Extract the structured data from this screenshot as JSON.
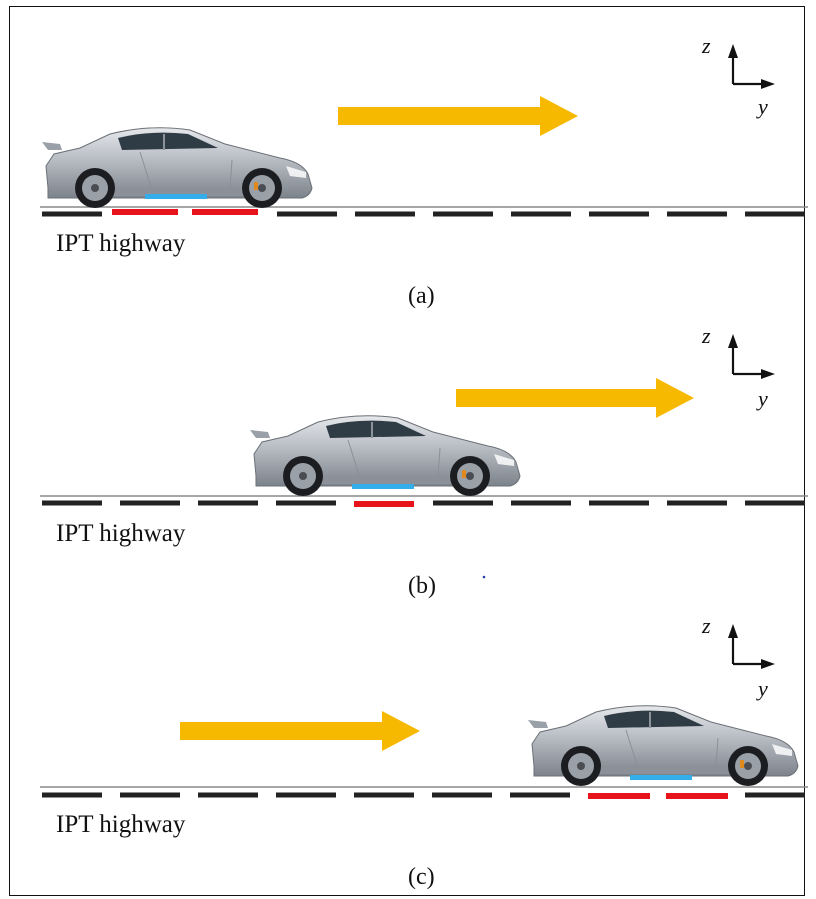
{
  "panels": [
    {
      "id": "a",
      "highway_label": "IPT highway",
      "caption": "(a)",
      "axis": {
        "z": "z",
        "y": "y"
      }
    },
    {
      "id": "b",
      "highway_label": "IPT highway",
      "caption": "(b)",
      "axis": {
        "z": "z",
        "y": "y"
      }
    },
    {
      "id": "c",
      "highway_label": "IPT highway",
      "caption": "(c)",
      "axis": {
        "z": "z",
        "y": "y"
      }
    }
  ],
  "colors": {
    "arrow": "#F7B800",
    "transmitter_pad": "#E8141C",
    "receiver_pad": "#33AEEA",
    "road": "#222222",
    "car_body": "#B7BCC3"
  }
}
